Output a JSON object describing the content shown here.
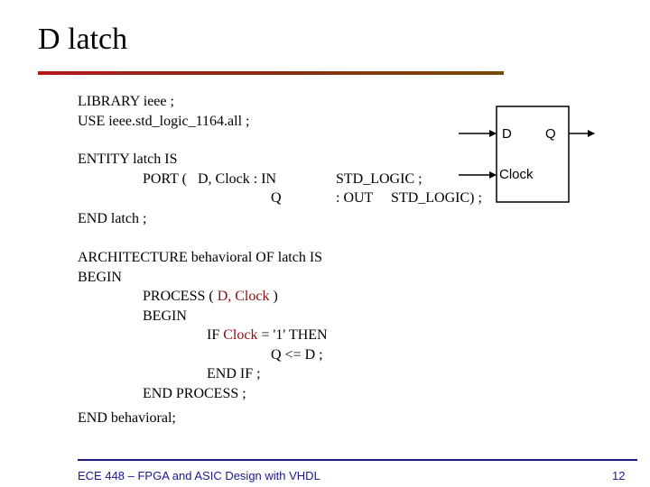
{
  "slide": {
    "title": "D latch",
    "accent_color": "#b31a1a",
    "footer_color": "#1a1a8c"
  },
  "code": {
    "library": "LIBRARY ieee ;",
    "use": "USE ieee.std_logic_1164.all ;",
    "entity": "ENTITY latch IS",
    "port_line1_a": "PORT (   D, Clock : IN",
    "port_line1_b": "STD_LOGIC ;",
    "port_line2_a": "Q",
    "port_line2_b": ": OUT     STD_LOGIC) ;",
    "end_entity": "END latch ;",
    "architecture": "ARCHITECTURE behavioral OF latch IS",
    "begin": "BEGIN",
    "process_prefix": "PROCESS ( ",
    "process_signals": "D, Clock",
    "process_suffix": " )",
    "process_begin": "BEGIN",
    "if_prefix": "IF ",
    "if_clock": "Clock",
    "if_suffix": " = '1' THEN",
    "assign": "Q <= D ;",
    "end_if": "END IF ;",
    "end_process": "END PROCESS ;",
    "end_arch": "END behavioral;"
  },
  "diagram": {
    "input_d": "D",
    "output_q": "Q",
    "input_clock": "Clock"
  },
  "footer": {
    "course": "ECE 448 – FPGA and ASIC Design with VHDL",
    "page_number": "12"
  }
}
